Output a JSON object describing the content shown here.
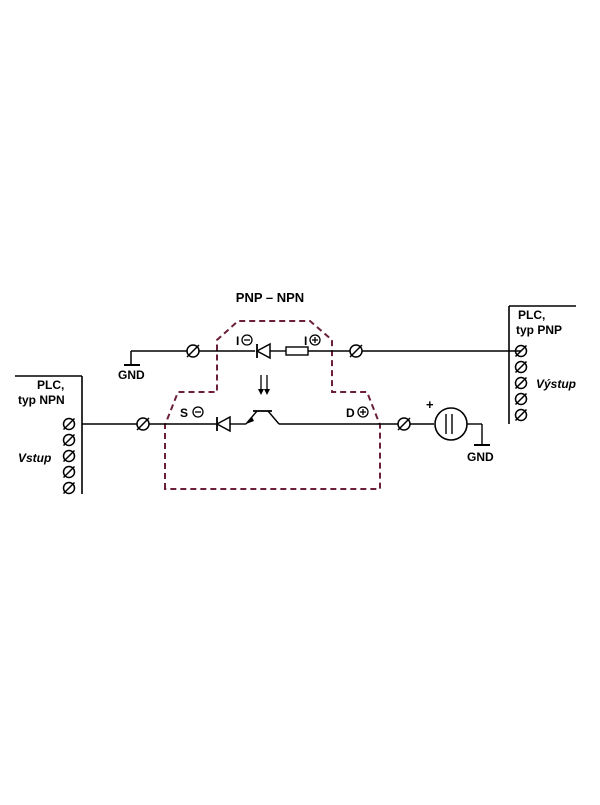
{
  "title": "PNP – NPN",
  "left_plc": {
    "line1": "PLC,",
    "line2": "typ NPN",
    "io_label": "Vstup",
    "terminals": 5
  },
  "right_plc": {
    "line1": "PLC,",
    "line2": "typ PNP",
    "io_label": "Výstup",
    "terminals": 5
  },
  "labels": {
    "gnd_top": "GND",
    "gnd_bottom": "GND",
    "i_minus": "I",
    "i_plus": "I",
    "s_minus": "S",
    "d_plus": "D",
    "plus": "+"
  },
  "colors": {
    "line": "#000000",
    "housing": "#6b1f3a"
  }
}
